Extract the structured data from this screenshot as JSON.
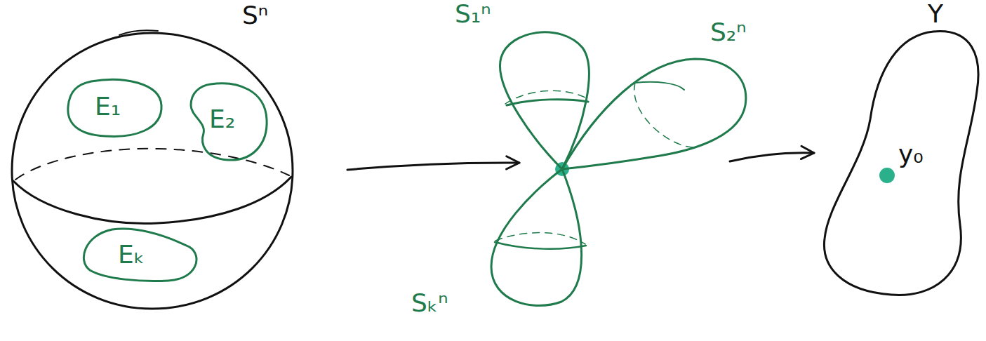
{
  "diagram": {
    "nodes": [
      {
        "text": [
          "Sⁿ"
        ]
      },
      {
        "text": [
          "E₁"
        ],
        "in": 0
      },
      {
        "text": [
          "E₂"
        ],
        "in": 0
      },
      {
        "text": [
          "Eₖ"
        ],
        "in": 0
      },
      {
        "text": []
      },
      {
        "text": [
          "S₁ⁿ"
        ],
        "in": 4
      },
      {
        "text": [
          "S₂ⁿ"
        ],
        "in": 4
      },
      {
        "text": [
          "Sₖⁿ"
        ],
        "in": 4
      },
      {
        "text": [
          "Y",
          "y₀"
        ]
      }
    ],
    "edges": [
      {
        "from": 0,
        "to": 4,
        "arrow": "to"
      },
      {
        "from": 4,
        "to": 8,
        "arrow": "to"
      }
    ]
  }
}
